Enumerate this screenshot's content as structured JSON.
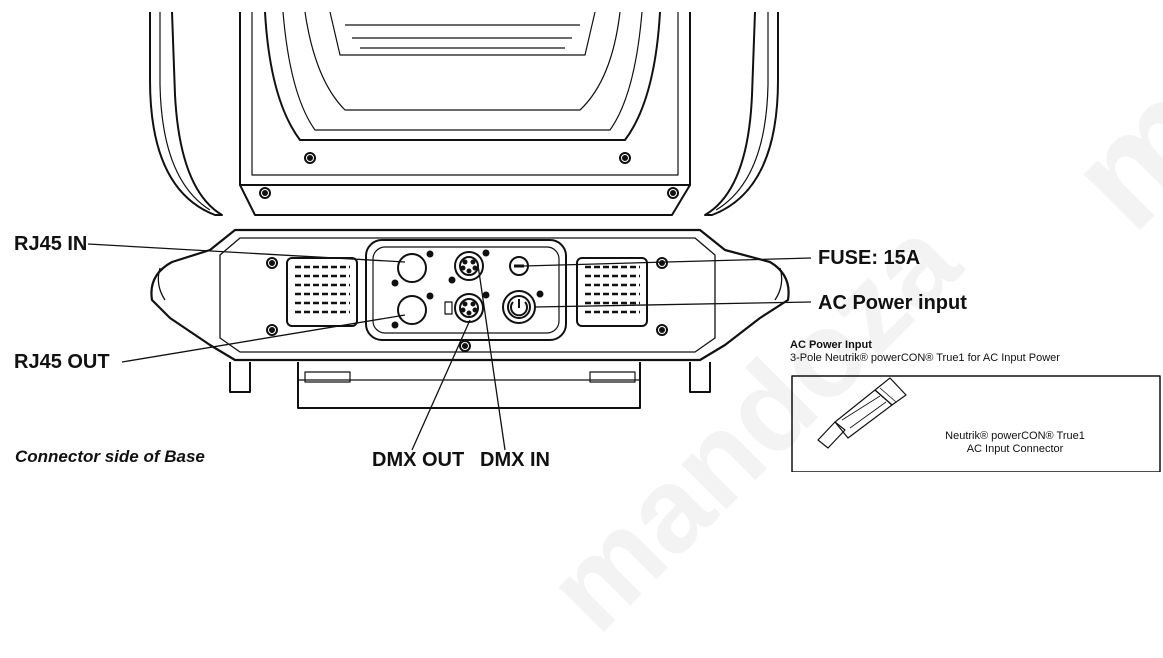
{
  "labels": {
    "rj45_in": "RJ45 IN",
    "rj45_out": "RJ45 OUT",
    "fuse": "FUSE: 15A",
    "ac_power": "AC Power input",
    "dmx_out": "DMX OUT",
    "dmx_in": "DMX IN"
  },
  "caption": "Connector side of Base",
  "ac_info": {
    "title": "AC Power Input",
    "subtitle": "3-Pole Neutrik® powerCON® True1 for AC Input Power",
    "box_line1": "Neutrik® powerCON® True1",
    "box_line2": "AC Input Connector"
  },
  "watermark": {
    "text_a": "mandoza",
    "text_b": "m",
    "color": "#f3f3f3"
  },
  "colors": {
    "line": "#111111",
    "background": "#ffffff"
  }
}
